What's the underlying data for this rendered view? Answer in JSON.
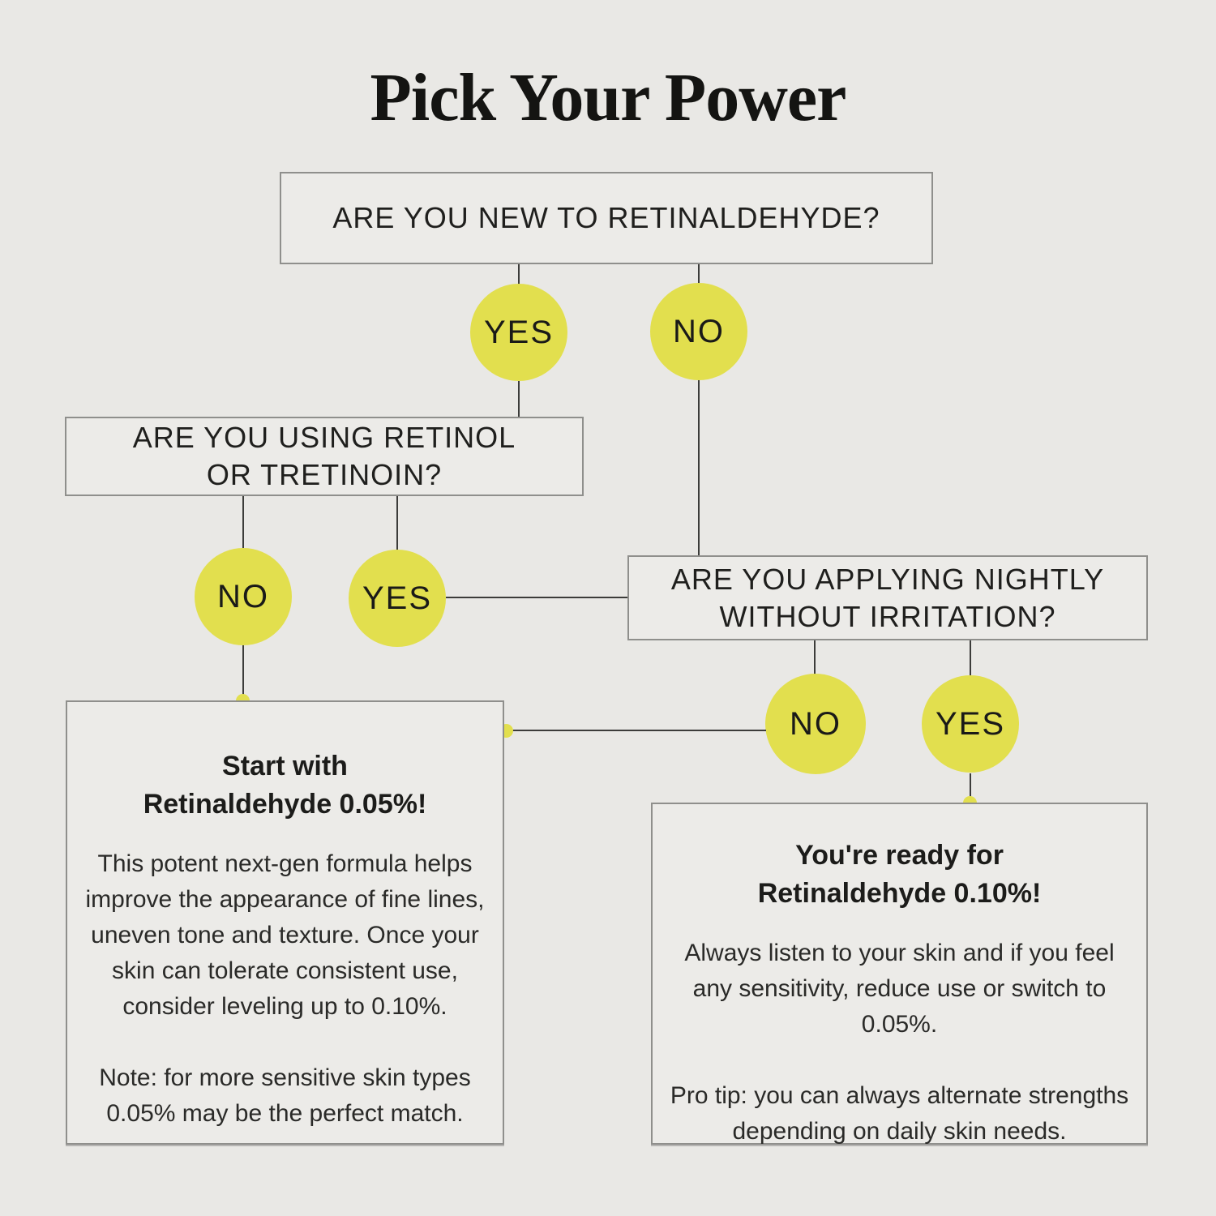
{
  "title": "Pick Your Power",
  "colors": {
    "background": "#e9e8e5",
    "box_fill": "#ecebe8",
    "box_border": "#8f8f8c",
    "accent_yellow": "#e2df4e",
    "line": "#3c3c3a",
    "text": "#1f1f1d"
  },
  "flowchart": {
    "q1": {
      "text": "ARE YOU NEW TO RETINALDEHYDE?"
    },
    "q2": {
      "lines": [
        "ARE YOU USING RETINOL",
        "OR TRETINOIN?"
      ]
    },
    "q3": {
      "lines": [
        "ARE YOU APPLYING NIGHTLY",
        "WITHOUT IRRITATION?"
      ]
    },
    "answers": {
      "yes": "YES",
      "no": "NO"
    }
  },
  "result_left": {
    "title_lines": [
      "Start with",
      "Retinaldehyde 0.05%!"
    ],
    "body": "This potent next-gen formula helps improve the appearance of fine lines, uneven tone and texture. Once your skin can tolerate consistent use, consider leveling up to 0.10%.",
    "note": "Note: for more sensitive skin types 0.05% may be the perfect match."
  },
  "result_right": {
    "title_lines": [
      "You're ready for",
      "Retinaldehyde 0.10%!"
    ],
    "body": "Always listen to your skin and if you feel any sensitivity, reduce use or switch to 0.05%.",
    "note": "Pro tip: you can always alternate strengths depending on daily skin needs."
  }
}
